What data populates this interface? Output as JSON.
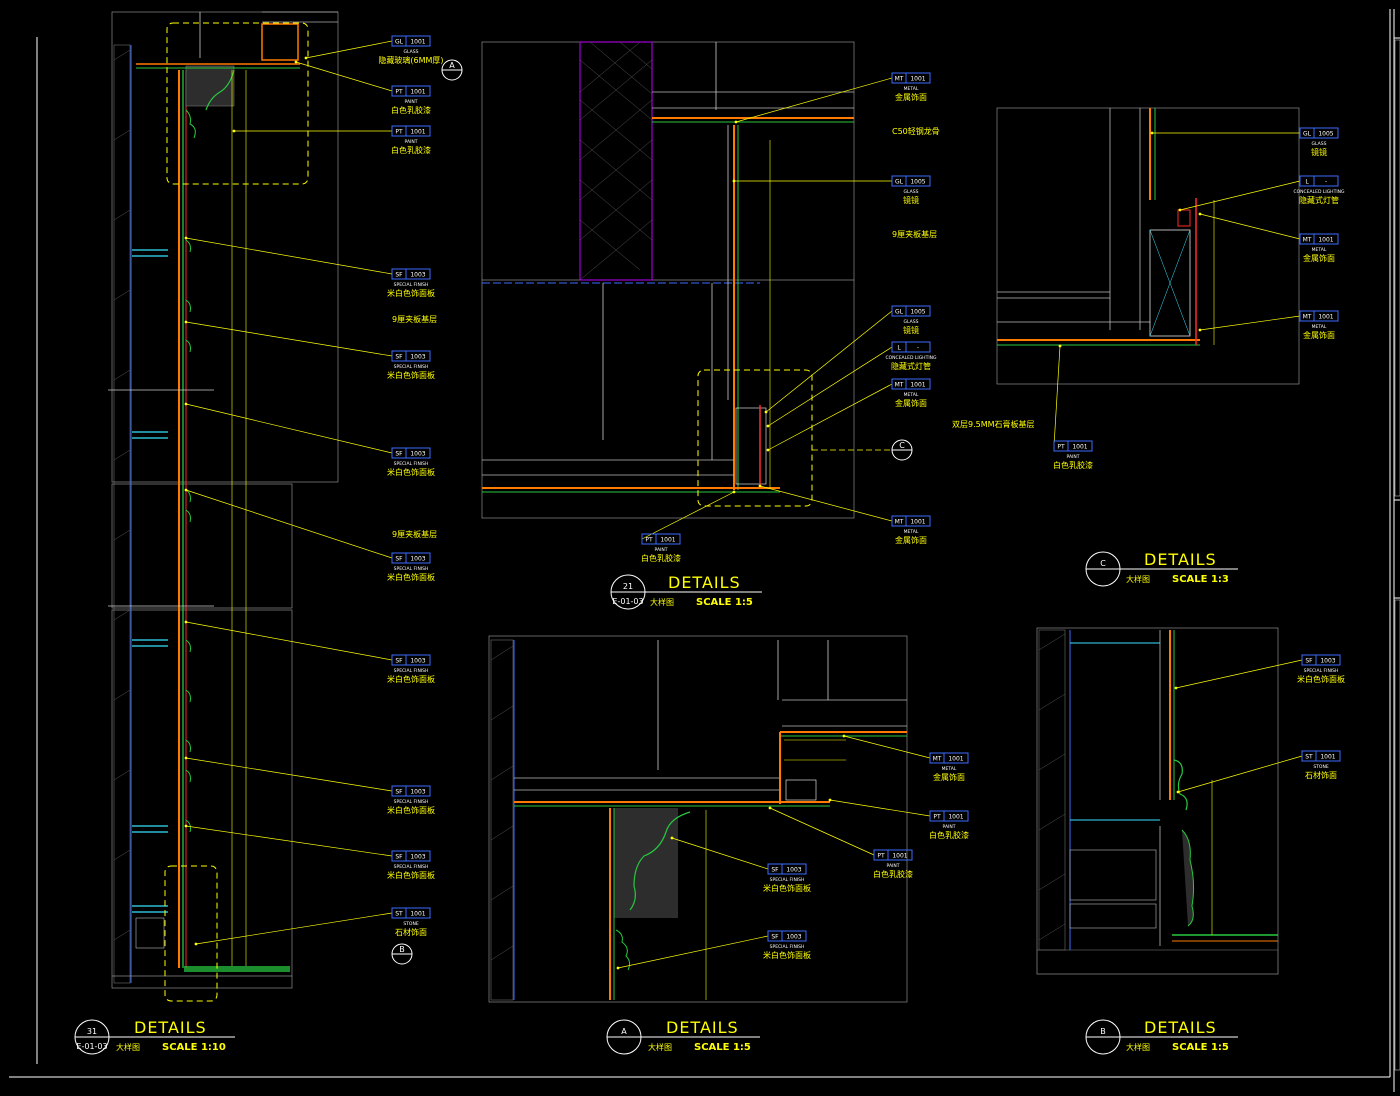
{
  "colors": {
    "background": "#000000",
    "leader": "#ffff00",
    "frame": "#ffffff",
    "tag_border": "#3c6cff",
    "orange": "#ff7a00",
    "green": "#27c93f",
    "red": "#ff2a2a",
    "magenta": "#c000ff",
    "gray": "#8c8c8c",
    "cyan": "#38e1ff"
  },
  "drawing_titles": [
    {
      "heading": "DETAILS",
      "cn": "大样图",
      "scale": "SCALE 1:10",
      "symbol": "31",
      "ref": "E-01-03"
    },
    {
      "heading": "DETAILS",
      "cn": "大样图",
      "scale": "SCALE 1:5",
      "symbol": "21",
      "ref": "E-01-03"
    },
    {
      "heading": "DETAILS",
      "cn": "大样图",
      "scale": "SCALE 1:3",
      "symbol": "C",
      "ref": ""
    },
    {
      "heading": "DETAILS",
      "cn": "大样图",
      "scale": "SCALE 1:5",
      "symbol": "A",
      "ref": ""
    },
    {
      "heading": "DETAILS",
      "cn": "大样图",
      "scale": "SCALE 1:5",
      "symbol": "B",
      "ref": ""
    }
  ],
  "callouts": [
    {
      "code": "GL",
      "num": "1001",
      "sub": "GLASS",
      "cn": "隐藏玻璃(6MM厚)"
    },
    {
      "code": "PT",
      "num": "1001",
      "sub": "PAINT",
      "cn": "白色乳胶漆"
    },
    {
      "code": "PT",
      "num": "1001",
      "sub": "PAINT",
      "cn": "白色乳胶漆"
    },
    {
      "code": "SF",
      "num": "1003",
      "sub": "SPECIAL FINISH",
      "cn": "米白色饰面板"
    },
    {
      "code": "SF",
      "num": "1003",
      "sub": "SPECIAL FINISH",
      "cn": "米白色饰面板"
    },
    {
      "code": "SF",
      "num": "1003",
      "sub": "SPECIAL FINISH",
      "cn": "米白色饰面板"
    },
    {
      "code": "SF",
      "num": "1003",
      "sub": "SPECIAL FINISH",
      "cn": "米白色饰面板"
    },
    {
      "code": "SF",
      "num": "1003",
      "sub": "SPECIAL FINISH",
      "cn": "米白色饰面板"
    },
    {
      "code": "SF",
      "num": "1003",
      "sub": "SPECIAL FINISH",
      "cn": "米白色饰面板"
    },
    {
      "code": "SF",
      "num": "1003",
      "sub": "SPECIAL FINISH",
      "cn": "米白色饰面板"
    },
    {
      "code": "ST",
      "num": "1001",
      "sub": "STONE",
      "cn": "石材饰面"
    },
    {
      "code": "MT",
      "num": "1001",
      "sub": "METAL",
      "cn": "金属饰面"
    },
    {
      "code": "GL",
      "num": "1005",
      "sub": "GLASS",
      "cn": "镜镜"
    },
    {
      "code": "GL",
      "num": "1005",
      "sub": "GLASS",
      "cn": "镜镜"
    },
    {
      "code": "L",
      "num": "-",
      "sub": "CONCEALED LIGHTING",
      "cn": "隐藏式灯管"
    },
    {
      "code": "MT",
      "num": "1001",
      "sub": "METAL",
      "cn": "金属饰面"
    },
    {
      "code": "MT",
      "num": "1001",
      "sub": "METAL",
      "cn": "金属饰面"
    },
    {
      "code": "PT",
      "num": "1001",
      "sub": "PAINT",
      "cn": "白色乳胶漆"
    },
    {
      "code": "GL",
      "num": "1005",
      "sub": "GLASS",
      "cn": "镜镜"
    },
    {
      "code": "L",
      "num": "-",
      "sub": "CONCEALED LIGHTING",
      "cn": "隐藏式灯管"
    },
    {
      "code": "MT",
      "num": "1001",
      "sub": "METAL",
      "cn": "金属饰面"
    },
    {
      "code": "MT",
      "num": "1001",
      "sub": "METAL",
      "cn": "金属饰面"
    },
    {
      "code": "PT",
      "num": "1001",
      "sub": "PAINT",
      "cn": "白色乳胶漆"
    },
    {
      "code": "MT",
      "num": "1001",
      "sub": "METAL",
      "cn": "金属饰面"
    },
    {
      "code": "PT",
      "num": "1001",
      "sub": "PAINT",
      "cn": "白色乳胶漆"
    },
    {
      "code": "PT",
      "num": "1001",
      "sub": "PAINT",
      "cn": "白色乳胶漆"
    },
    {
      "code": "SF",
      "num": "1003",
      "sub": "SPECIAL FINISH",
      "cn": "米白色饰面板"
    },
    {
      "code": "SF",
      "num": "1003",
      "sub": "SPECIAL FINISH",
      "cn": "米白色饰面板"
    },
    {
      "code": "SF",
      "num": "1003",
      "sub": "SPECIAL FINISH",
      "cn": "米白色饰面板"
    },
    {
      "code": "ST",
      "num": "1001",
      "sub": "STONE",
      "cn": "石材饰面"
    }
  ],
  "plain_notes": [
    "9厘夹板基层",
    "9厘夹板基层",
    "C50轻钢龙骨",
    "9厘夹板基层",
    "双层9.5MM石膏板基层"
  ],
  "section_refs": [
    {
      "letter": "A"
    },
    {
      "letter": "B"
    },
    {
      "letter": "C"
    }
  ]
}
